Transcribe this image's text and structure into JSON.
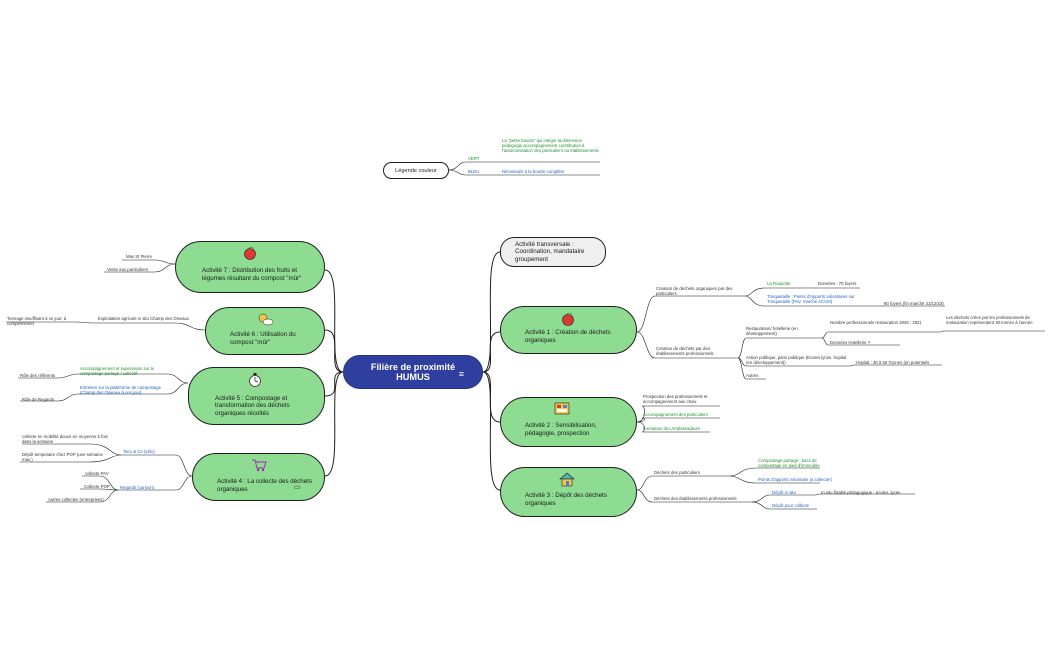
{
  "map": {
    "central": {
      "title": "Filière de proximité HUMUS",
      "menu_icon": "menu-icon"
    },
    "legend": {
      "title": "Légende couleur",
      "vert_label": "VERT",
      "vert_text": "La \"petite boucle\" qui intègre la dimension pédagogie accompagnement contribution à l'autonomisation des particuliers ou établissements",
      "bleu_label": "BLEU",
      "bleu_text": "Nécessaire à la boucle complète"
    },
    "transversal": {
      "title": "Activité transversale : Coordination, mandataire groupement"
    },
    "a1": {
      "title": "Activité 1 : Création de déchets organiques",
      "icon": "apple-icon",
      "creation_particuliers": "Création de déchets organiques par des particuliers",
      "roquette": "La Roquette",
      "roquette_data": "Données : 70 foyers",
      "trinquetaille": "Trinquetaille : Points d'Apports Volontaires sur Trinquetaille (PAV, marché ACCM)",
      "trinquetaille_data": "80 foyers (fin marché 31/12/23)",
      "creation_etablissements": "Création de déchets par des établissements professionnels",
      "restauration": "Restauration/ hotellerie (en développement)",
      "nombre_pros": "Nombre professionnels restauration 2020 : 202)",
      "dechets_crees": "Les déchets crées par les professionnels de restauration représentent 30 tonnes à l'année",
      "donnees_hotellerie": "Données Hotellerie ?",
      "action_publique": "Action publique, paris publique (Ecoles lycée, hopital (en développement))",
      "hopital": "Hopital : 30 à 50 Tonnes (en potentiels",
      "autres": "Autres"
    },
    "a2": {
      "title": "Activité 2 : Sensibilisation, pédagogie, prospection",
      "icon": "presentation-icon",
      "prospection": "Prospection des professionnels et accompagnement aux choix",
      "accompagnement": "Accompagnement des particuliers",
      "formation": "Formation des Ambassadeurs"
    },
    "a3": {
      "title": "Activité 3 : Dépôt des déchets organiques",
      "icon": "house-icon",
      "dechets_particuliers": "Déchets des particuliers",
      "compostage_partage": "Compostage partagé : bacs de compostage en pied d'immeuble",
      "points_apports": "Points d'apports volontaire (a collecter)",
      "dechets_etablissements": "Déchets des établissements professionnels",
      "depot_situ": "Dépôt in situ",
      "situ_finalite": "In situ finalité pédagogique : écoles, lycée",
      "depot_collecte": "Dépôt pour collecte"
    },
    "a4": {
      "title": "Activité 4 : La collecte des déchets organiques",
      "icon": "cart-icon",
      "taco": "Taco & Co (vélo)",
      "taco_mobilite": "collecte en mobilité douce en moyenne 5 fois dans la semaine",
      "taco_depot": "Dépôt temporaire chez POP (une semaine max.)",
      "regards": "Regards (camion)",
      "collecte_pav": "collecte PAV",
      "collecte_pop": "Collecte POP",
      "autres_collectes": "Autres collectes (entreprises)"
    },
    "a5": {
      "title": "Activité 5 : Compostage et transformation des déchets organiques récoltés",
      "icon": "timer-icon",
      "accompagnement": "Accompagnement et supervision sur le compostage partagé / collectif",
      "role_referents": "Rôle des référents",
      "entretien": "Entretien sur la plateforme de compostage (Champ des Oiseaux à ces jour)",
      "role_regards": "Rôle de Regards"
    },
    "a6": {
      "title": "Activité 6 : Utilisation du compost \"mûr\"",
      "icon": "weather-icon",
      "exploitation": "Exploitation agricole in situ Champ des Oiseaux",
      "tonnage": "Tonnage insuffisant à ce jour, à compléménter"
    },
    "a7": {
      "title": "Activité 7 : Distribution des fruits et légumes résultant du compost \"mûr\"",
      "icon": "apple-icon",
      "mas": "Mas St Pierre",
      "vente": "Vente aux particuliers"
    },
    "colors": {
      "central": "#2f3fa0",
      "node_green": "#8ddc91",
      "text_green": "#1f8f2a",
      "text_blue": "#1f5fc2",
      "line": "#1f1f1f"
    }
  }
}
